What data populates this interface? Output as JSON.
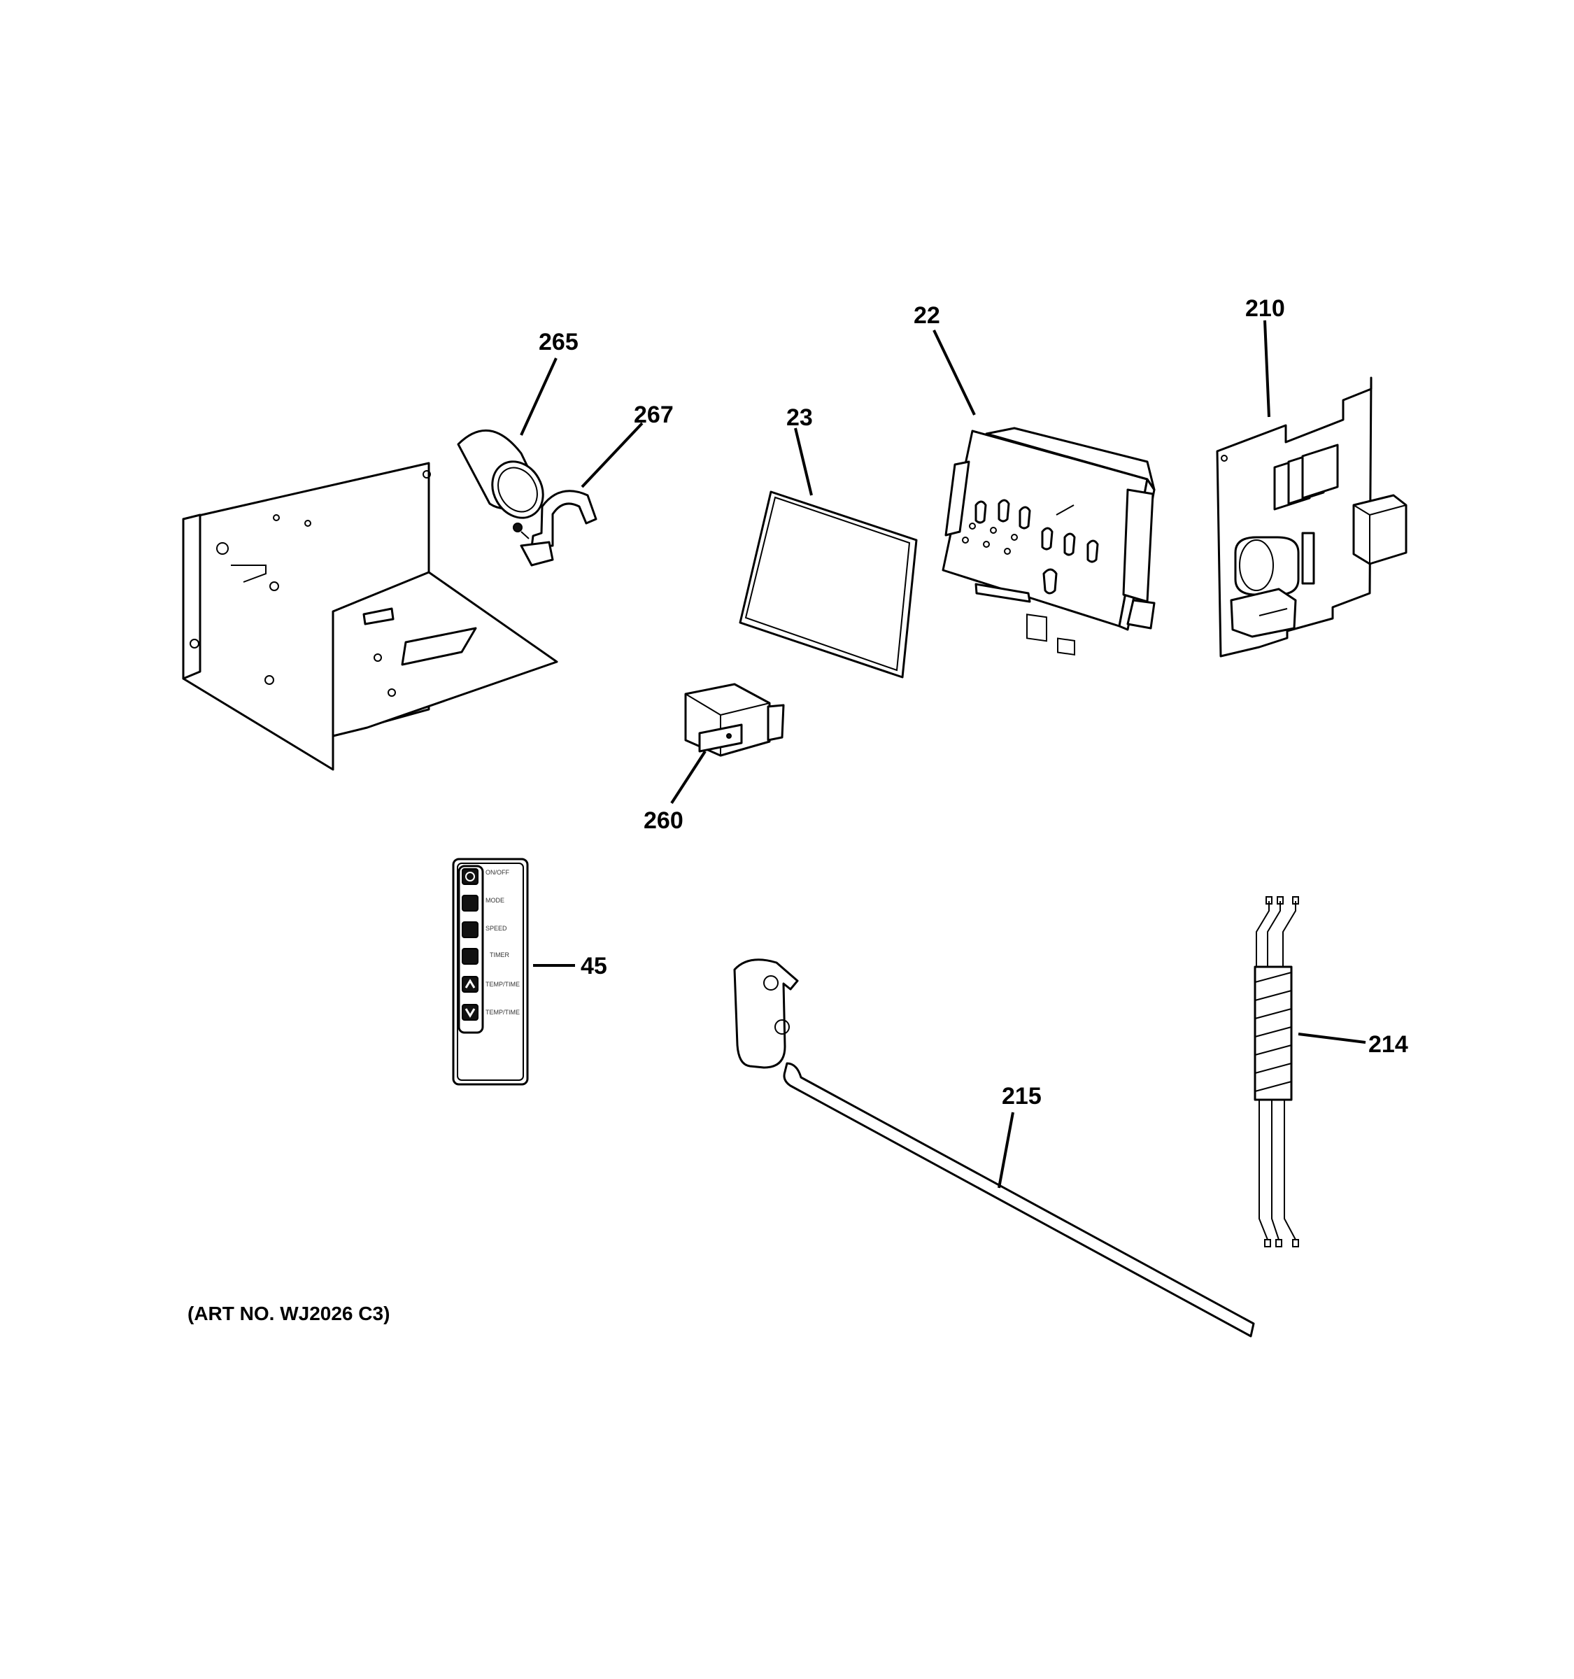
{
  "callouts": {
    "c265": "265",
    "c267": "267",
    "c23": "23",
    "c22": "22",
    "c210": "210",
    "c260": "260",
    "c45": "45",
    "c215": "215",
    "c214": "214"
  },
  "remote_buttons": [
    "ON/OFF",
    "MODE",
    "SPEED",
    "TIMER",
    "TEMP/TIME",
    "TEMP/TIME"
  ],
  "art_number": "(ART NO. WJ2026 C3)"
}
